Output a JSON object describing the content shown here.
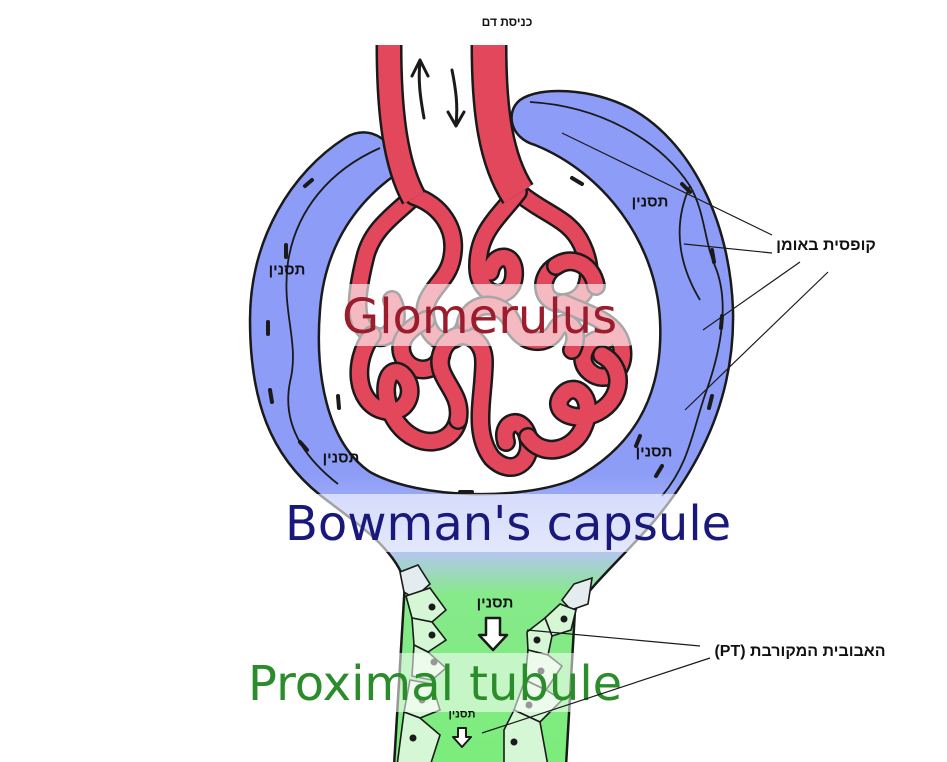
{
  "labels": {
    "blood_entry": "כניסת דם",
    "filtrate": [
      "תסנין",
      "תסנין",
      "תסנין",
      "תסנין",
      "תסנין",
      "תסנין"
    ],
    "bowmans_capsule_he": "קופסית באומן",
    "proximal_tubule_he": "האבובית המקורבת (PT)",
    "glomerulus": "Glomerulus",
    "bowmans_capsule": "Bowman's capsule",
    "proximal_tubule": "Proximal tubule"
  },
  "colors": {
    "capsule": "#8c9cf7",
    "capsule_light": "#b8c3f7",
    "tubule": "#7cec7c",
    "vessel": "#e2475c",
    "vessel_outline": "#1a1a1a",
    "glomerulus_text": "#9b1c2c",
    "capsule_text": "#18197a",
    "tubule_text": "#2b8c2b"
  }
}
